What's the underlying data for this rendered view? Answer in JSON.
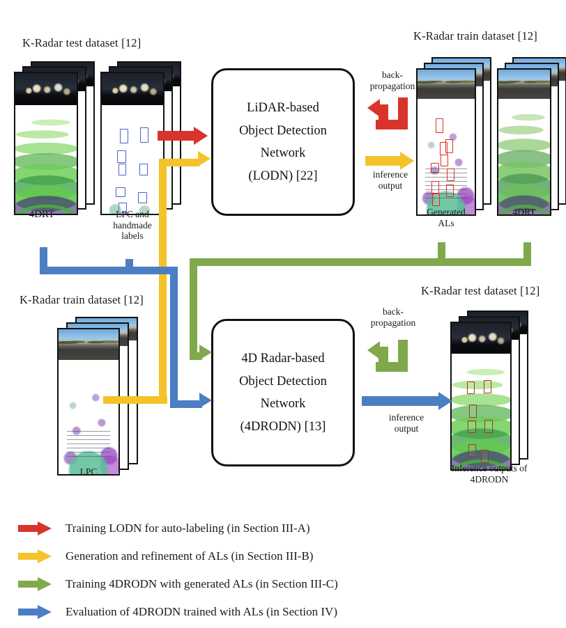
{
  "figure": {
    "type": "pipeline-diagram",
    "title_top_left": "K-Radar test dataset [12]",
    "title_top_right": "K-Radar train dataset [12]",
    "title_bottom_left": "K-Radar train dataset [12]",
    "title_bottom_right": "K-Radar test dataset [12]"
  },
  "colors": {
    "red": "#D9342B",
    "yellow": "#F3C329",
    "green": "#7FA94B",
    "blue": "#4C7EC4",
    "outline": "#111111"
  },
  "boxes": {
    "lodn": {
      "name": "LiDAR-based Object Detection Network",
      "lines": [
        "LiDAR-based",
        "Object Detection",
        "Network",
        "(LODN) [22]"
      ]
    },
    "drodn": {
      "name": "4D Radar-based Object Detection Network",
      "lines": [
        "4D Radar-based",
        "Object Detection",
        "Network",
        "(4DRODN) [13]"
      ]
    }
  },
  "stacks": [
    {
      "id": "test-4drt",
      "caption": "4DRT"
    },
    {
      "id": "test-lpc",
      "caption": "LPC and\nhandmade\nlabels",
      "caption_lines": [
        "LPC and",
        "handmade",
        "labels"
      ]
    },
    {
      "id": "generated-als",
      "caption_lines": [
        "Generated",
        "ALs"
      ]
    },
    {
      "id": "train-4drt",
      "caption_lines": [
        "4DRT"
      ]
    },
    {
      "id": "train-lpc",
      "caption_lines": [
        "LPC"
      ]
    },
    {
      "id": "inference-out",
      "caption_lines": [
        "Inference outputs of",
        "4DRODN"
      ]
    }
  ],
  "edge_labels": {
    "backprop_top": [
      "back-",
      "propagation"
    ],
    "inference_top": [
      "inference",
      "output"
    ],
    "backprop_bottom": [
      "back-",
      "propagation"
    ],
    "inference_bottom": [
      "inference",
      "output"
    ]
  },
  "legend": {
    "items": [
      {
        "color_key": "red",
        "color": "#D9342B",
        "label": "Training LODN for auto-labeling (in Section III-A)"
      },
      {
        "color_key": "yellow",
        "color": "#F3C329",
        "label": "Generation and refinement of ALs (in Section III-B)"
      },
      {
        "color_key": "green",
        "color": "#7FA94B",
        "label": "Training 4DRODN with generated ALs (in Section III-C)"
      },
      {
        "color_key": "blue",
        "color": "#4C7EC4",
        "label": "Evaluation of 4DRODN trained with ALs (in Section IV)"
      }
    ]
  }
}
